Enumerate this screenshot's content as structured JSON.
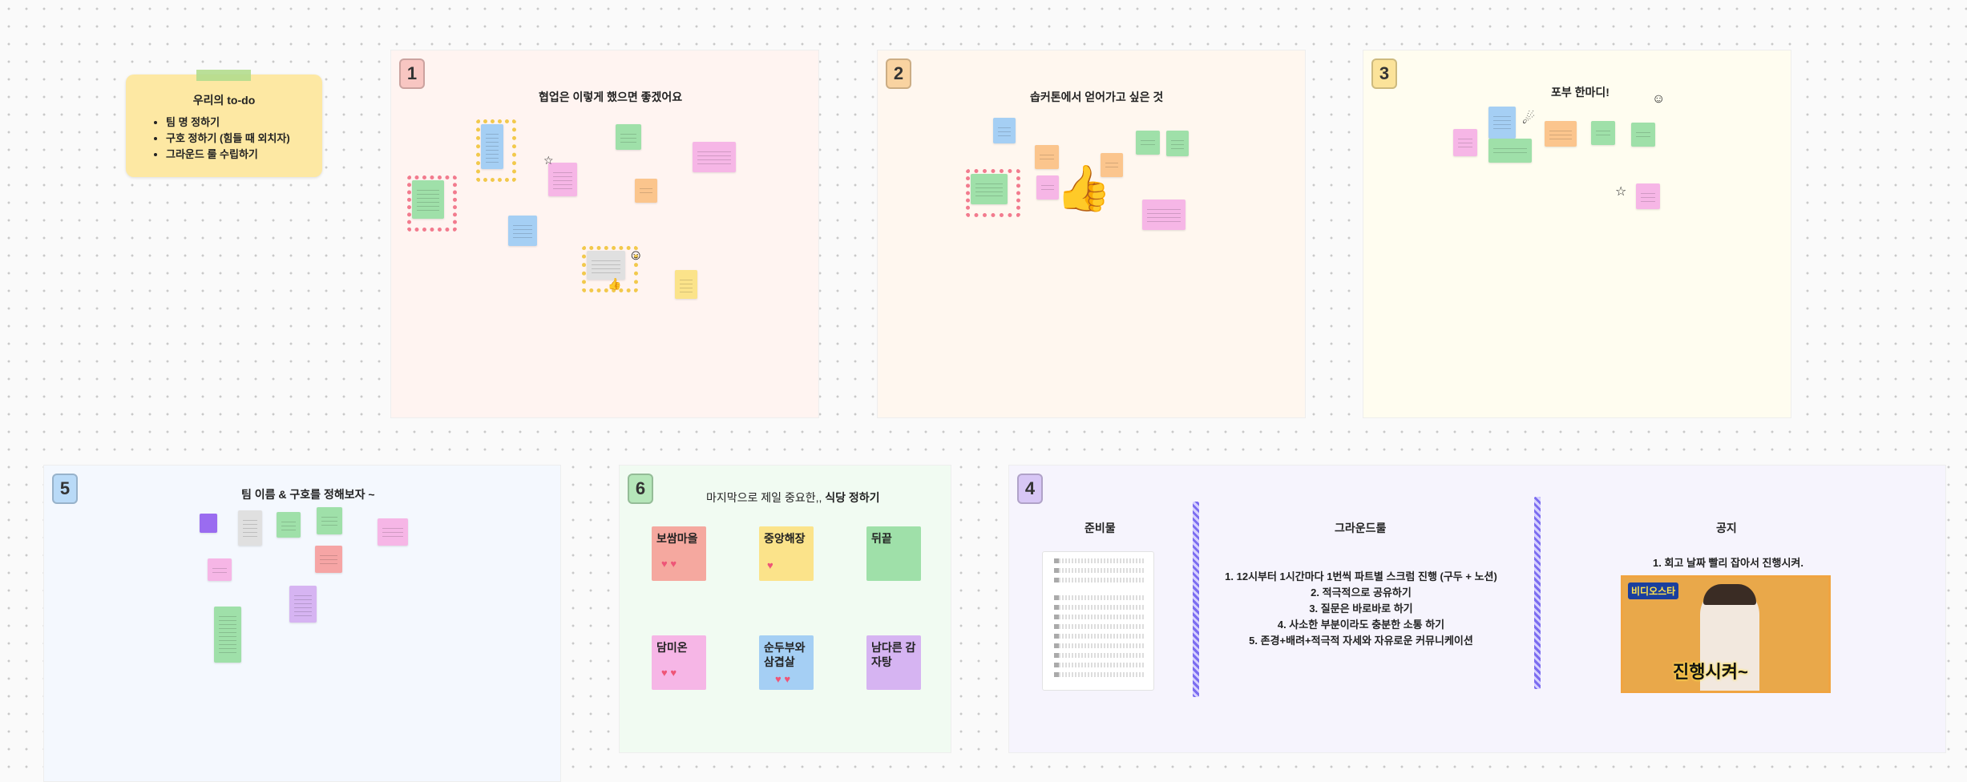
{
  "todo": {
    "title": "우리의 to-do",
    "items": [
      "팀 명 정하기",
      "구호 정하기 (힘들 때 외치자)",
      "그라운드 룰 수립하기"
    ]
  },
  "frames": {
    "f1": {
      "badge": "1",
      "title": "협업은 이렇게 했으면 좋겠어요"
    },
    "f2": {
      "badge": "2",
      "title": "솝커톤에서 얻어가고 싶은 것"
    },
    "f3": {
      "badge": "3",
      "title": "포부 한마디!"
    },
    "f5": {
      "badge": "5",
      "title": "팀 이름 & 구호를 정해보자 ~"
    },
    "f6": {
      "badge": "6",
      "title_plain": "마지막으로 제일 중요한,,",
      "title_bold": "식당 정하기"
    },
    "f4": {
      "badge": "4",
      "prep": "준비물",
      "ground": "그라운드룰",
      "notice": "공지"
    }
  },
  "restaurants": [
    "보쌈마을",
    "중앙해장",
    "뒤끝",
    "담미온",
    "순두부와 삼겹살",
    "남다른 감자탕"
  ],
  "ground_rules": [
    "1. 12시부터 1시간마다 1번씩 파트별 스크럼 진행 (구두 + 노션)",
    "2. 적극적으로 공유하기",
    "3. 질문은 바로바로 하기",
    "4. 사소한 부분이라도 충분한 소통 하기",
    "5. 존경+배려+적극적 자세와 자유로운 커뮤니케이션"
  ],
  "notice_text": "1. 회고 날짜 빨리 잡아서 진행시켜.",
  "video_caption": "진행시켜~",
  "video_banner": "비디오스타",
  "colors": {
    "f1_bg": "#fff4f1",
    "f2_bg": "#fff7ef",
    "f3_bg": "#fffdf0",
    "f5_bg": "#f4f8fe",
    "f6_bg": "#f1fbf2",
    "f4_bg": "#f6f4fd",
    "sticky_green": "#9fe0a9",
    "sticky_pink": "#f6b6e6",
    "sticky_yellow": "#fbe38a",
    "sticky_purple": "#d6b4f2",
    "sticky_orange": "#fbc58d",
    "sticky_blue": "#a5cff4"
  }
}
